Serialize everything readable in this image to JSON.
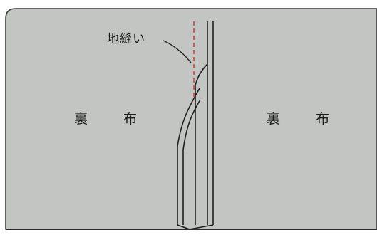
{
  "labels": {
    "seam": "地縫い",
    "fabric_left": "裏 布",
    "fabric_right": "裏 布"
  },
  "colors": {
    "fabric": "#c3c5c2",
    "panel_border": "#3a3a3a",
    "line": "#1f1f1f",
    "seam_dash": "#d9403a",
    "background": "#ffffff"
  }
}
